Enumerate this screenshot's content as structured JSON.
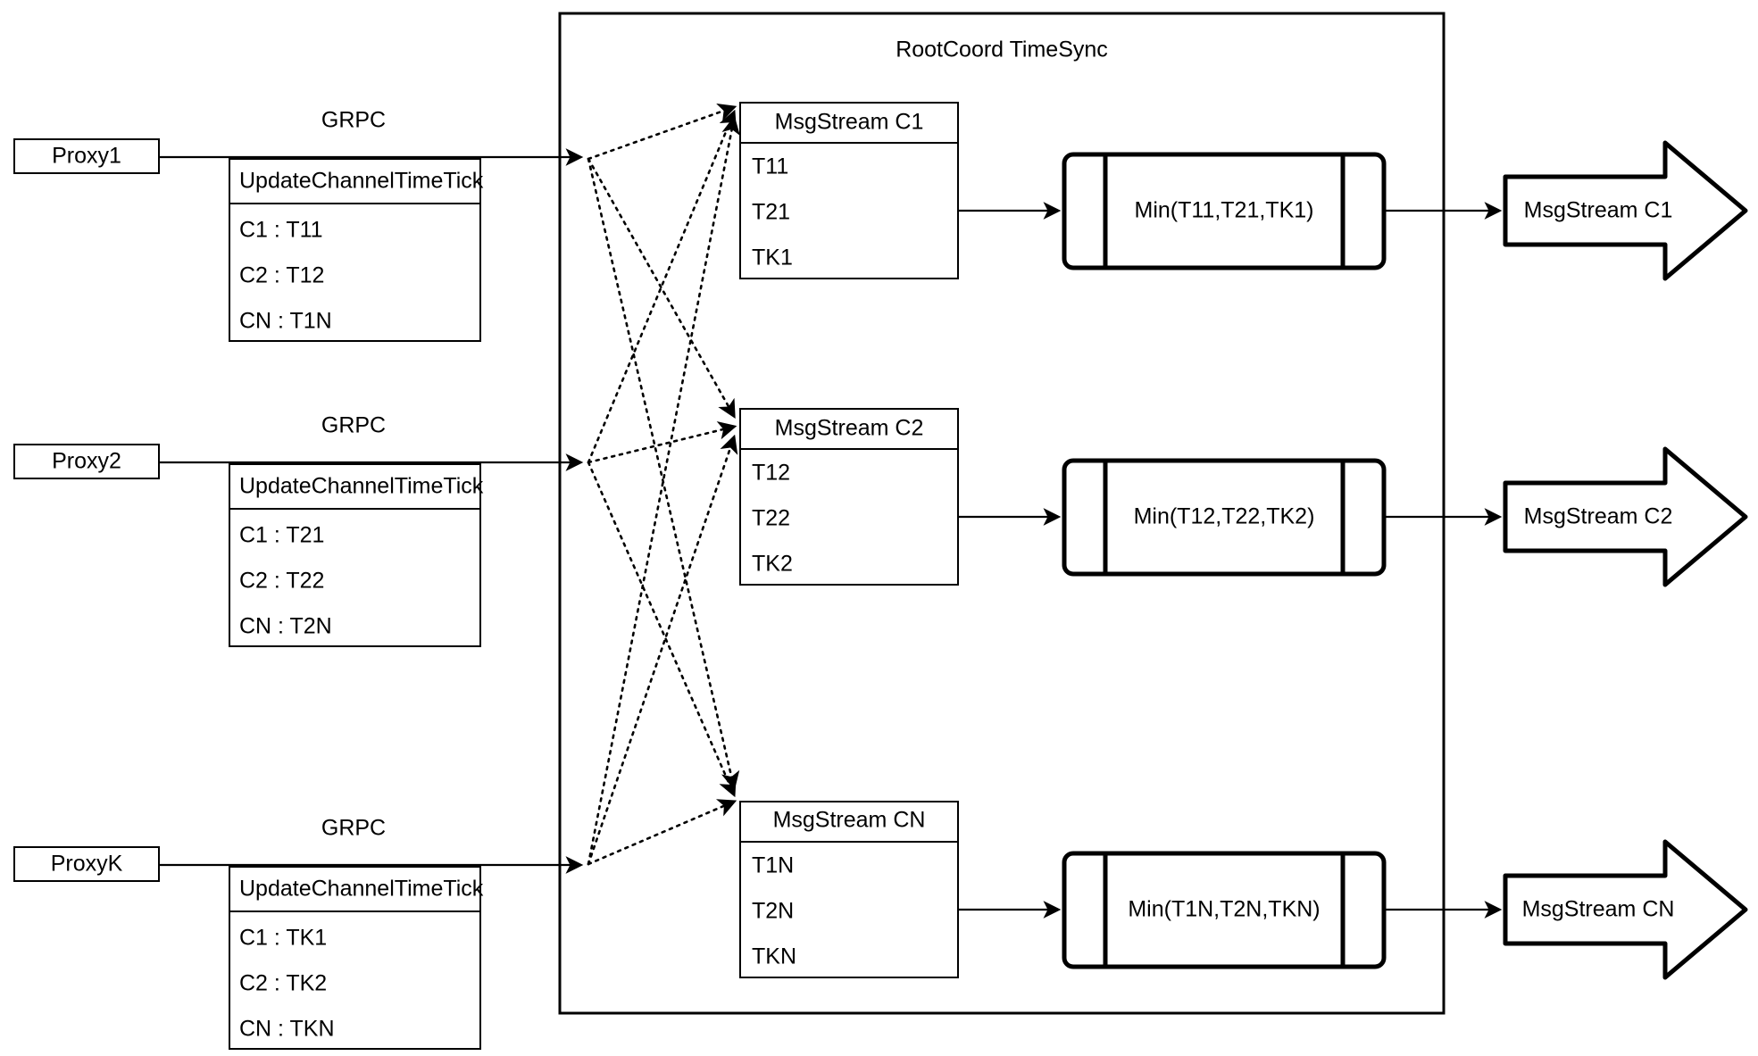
{
  "diagram": {
    "title": "RootCoord TimeSync",
    "proxies": [
      {
        "name": "Proxy1",
        "protocol_label": "GRPC",
        "request": {
          "header": "UpdateChannelTimeTick",
          "rows": [
            "C1 :  T11",
            "C2 :  T12",
            "CN : T1N"
          ]
        }
      },
      {
        "name": "Proxy2",
        "protocol_label": "GRPC",
        "request": {
          "header": "UpdateChannelTimeTick",
          "rows": [
            "C1 :  T21",
            "C2 :  T22",
            "CN : T2N"
          ]
        }
      },
      {
        "name": "ProxyK",
        "protocol_label": "GRPC",
        "request": {
          "header": "UpdateChannelTimeTick",
          "rows": [
            "C1 :  TK1",
            "C2 :  TK2",
            "CN : TKN"
          ]
        }
      }
    ],
    "channels": [
      {
        "msgstream": {
          "header": "MsgStream C1",
          "rows": [
            "T11",
            "T21",
            "TK1"
          ]
        },
        "reducer": "Min(T11,T21,TK1)",
        "output": "MsgStream C1"
      },
      {
        "msgstream": {
          "header": "MsgStream C2",
          "rows": [
            "T12",
            "T22",
            "TK2"
          ]
        },
        "reducer": "Min(T12,T22,TK2)",
        "output": "MsgStream C2"
      },
      {
        "msgstream": {
          "header": "MsgStream CN",
          "rows": [
            "T1N",
            "T2N",
            "TKN"
          ]
        },
        "reducer": "Min(T1N,T2N,TKN)",
        "output": "MsgStream CN"
      }
    ],
    "colors": {
      "stroke": "#000000",
      "background": "#ffffff"
    }
  }
}
